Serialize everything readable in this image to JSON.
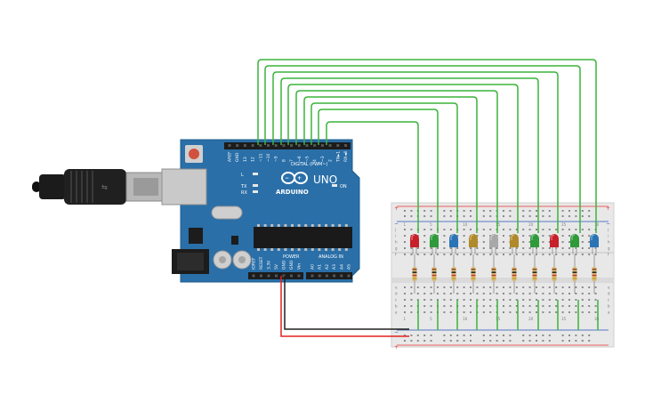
{
  "board": {
    "logo_text": "ARDUINO",
    "model": "UNO",
    "digital_label": "DIGITAL (PWM~)",
    "power_label": "POWER",
    "analog_label": "ANALOG IN",
    "on_label": "ON",
    "l_label": "L",
    "tx_label": "TX",
    "rx_label": "RX",
    "digital_pins": [
      "AREF",
      "GND",
      "13",
      "12",
      "~11",
      "~10",
      "~9",
      "8",
      "7",
      "~6",
      "~5",
      "4",
      "~3",
      "2",
      "TX►1",
      "RX◄0"
    ],
    "power_pins": [
      "IOREF",
      "RESET",
      "3.3V",
      "5V",
      "GND",
      "GND",
      "Vin"
    ],
    "analog_pins": [
      "A0",
      "A1",
      "A2",
      "A3",
      "A4",
      "A5"
    ]
  },
  "breadboard": {
    "row_letters_top": [
      "j",
      "i",
      "h",
      "g",
      "f"
    ],
    "row_letters_bottom": [
      "e",
      "d",
      "c",
      "b",
      "a"
    ],
    "plus_label": "+",
    "minus_label": "−",
    "column_numbers": [
      "1",
      "5",
      "10",
      "15",
      "20",
      "25",
      "30"
    ]
  },
  "leds": [
    {
      "color": "#c8202a"
    },
    {
      "color": "#2e9a3a"
    },
    {
      "color": "#2a74b5"
    },
    {
      "color": "#b0892a"
    },
    {
      "color": "#a8a8a8"
    },
    {
      "color": "#b0892a"
    },
    {
      "color": "#2e9a3a"
    },
    {
      "color": "#c8202a"
    },
    {
      "color": "#2e9a3a"
    },
    {
      "color": "#2a74b5"
    }
  ],
  "colors": {
    "board_blue": "#2a6fa8",
    "wire_green": "#3cb33c",
    "wire_red": "#e32020",
    "wire_black": "#202020",
    "breadboard": "#e8e8e8"
  }
}
